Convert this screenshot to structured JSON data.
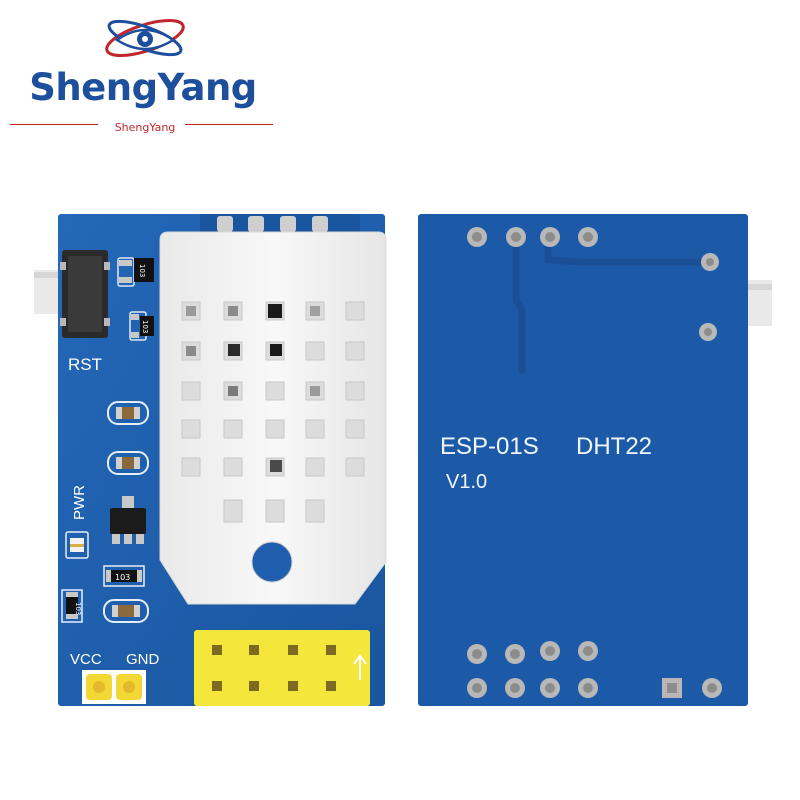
{
  "brand": {
    "name": "ShengYang",
    "subtitle": "ShengYang",
    "colors": {
      "blue": "#1e4f9c",
      "red": "#c0272d"
    }
  },
  "front_board": {
    "button_label": "RST",
    "led_label": "PWR",
    "power_labels": {
      "vcc": "VCC",
      "gnd": "GND"
    },
    "resistor_codes": [
      "103",
      "103",
      "103",
      "103"
    ]
  },
  "back_board": {
    "title_module": "ESP-01S",
    "title_sensor": "DHT22",
    "version": "V1.0"
  },
  "colors": {
    "pcb": "#1f5fae",
    "pcb_dark": "#174a8f",
    "sensor": "#f4f4f4",
    "header": "#f5e63c"
  }
}
